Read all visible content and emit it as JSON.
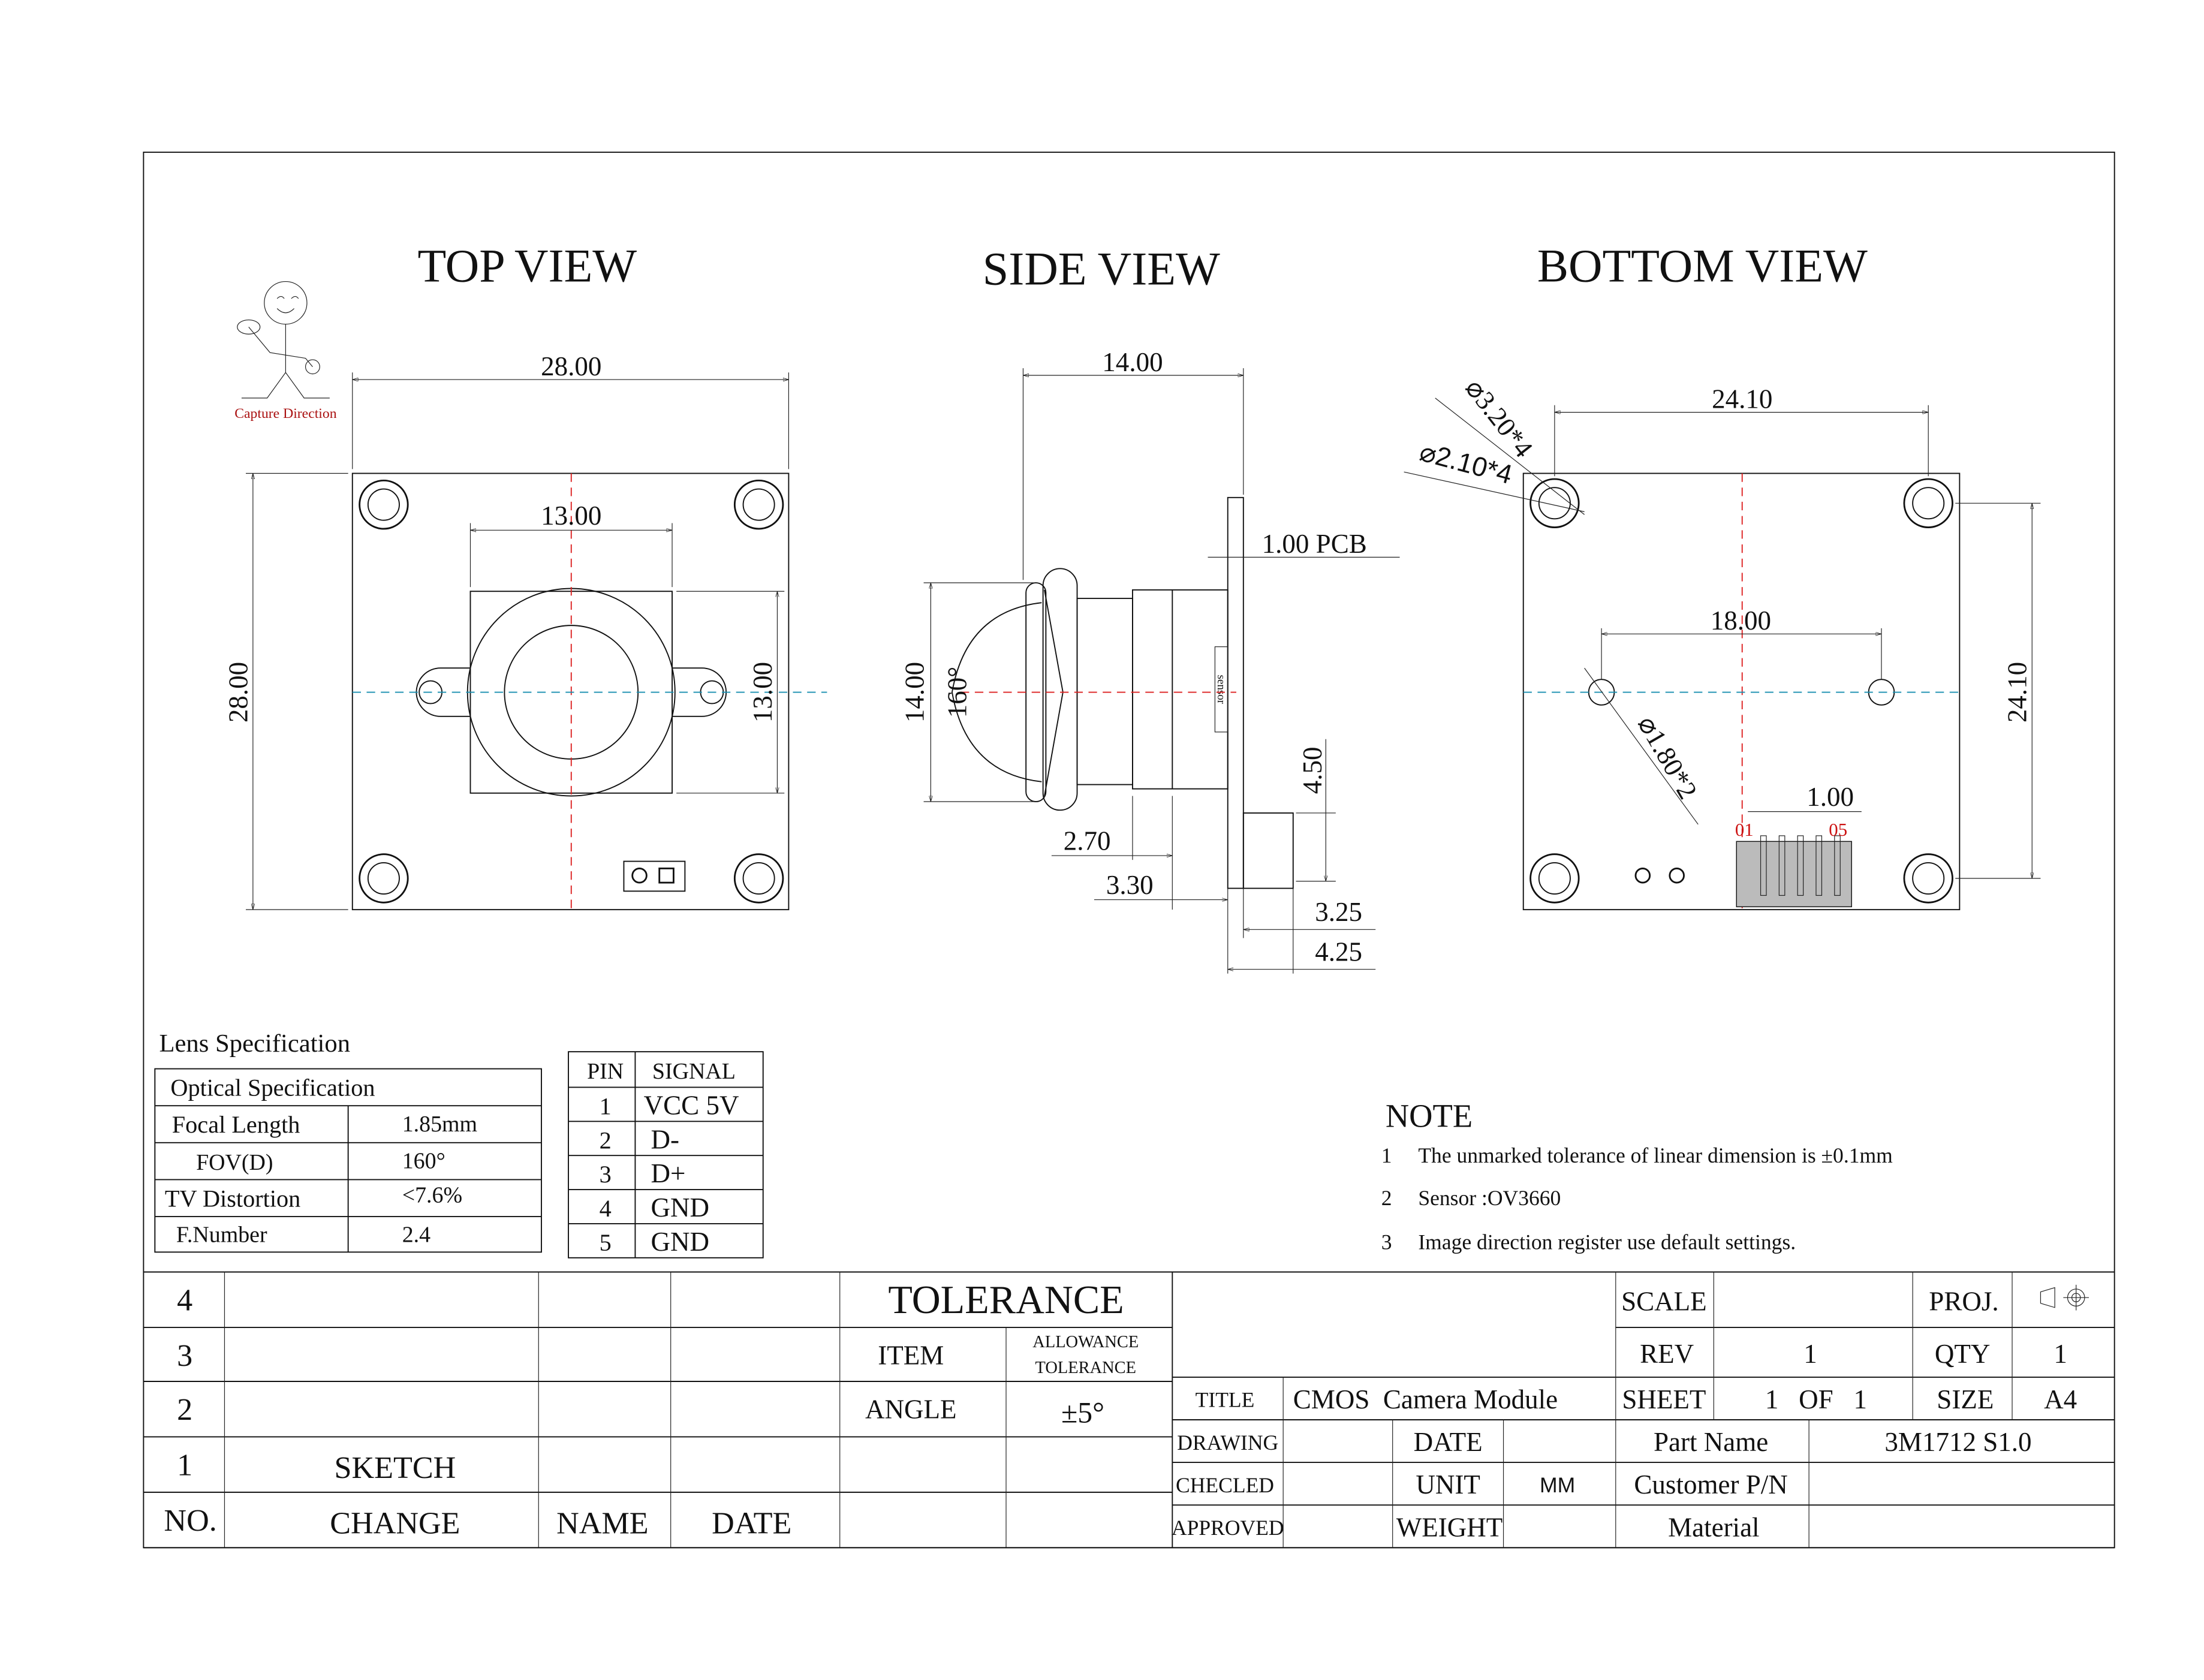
{
  "views": {
    "top": {
      "title": "TOP VIEW",
      "dims": {
        "width": "28.00",
        "height": "28.00",
        "lens_width": "13.00",
        "lens_height": "13.00"
      },
      "capture_label": "Capture Direction"
    },
    "side": {
      "title": "SIDE VIEW",
      "dims": {
        "length": "14.00",
        "height": "14.00",
        "angle": "160°",
        "pcb": "1.00 PCB",
        "d1": "2.70",
        "d2": "3.30",
        "d3": "3.25",
        "d4": "4.25",
        "d5": "4.50"
      },
      "sensor_label": "sensor"
    },
    "bottom": {
      "title": "BOTTOM VIEW",
      "dims": {
        "hole_span_x": "24.10",
        "hole_span_y": "24.10",
        "small_span": "18.00",
        "pitch": "1.00",
        "hole_a": "⌀3.20*4",
        "hole_b": "⌀2.10*4",
        "hole_c": "⌀1.80*2"
      },
      "pin_first": "01",
      "pin_last": "05"
    }
  },
  "lens_spec": {
    "title": "Lens Specification",
    "header": "Optical Specification",
    "rows": [
      {
        "label": "Focal Length",
        "value": "1.85mm"
      },
      {
        "label": "FOV(D)",
        "value": "160°"
      },
      {
        "label": "TV Distortion",
        "value": "<7.6%"
      },
      {
        "label": "F.Number",
        "value": "2.4"
      }
    ]
  },
  "pin_table": {
    "headers": [
      "PIN",
      "SIGNAL"
    ],
    "rows": [
      {
        "pin": "1",
        "signal": "VCC 5V"
      },
      {
        "pin": "2",
        "signal": "D-"
      },
      {
        "pin": "3",
        "signal": "D+"
      },
      {
        "pin": "4",
        "signal": "GND"
      },
      {
        "pin": "5",
        "signal": "GND"
      }
    ]
  },
  "notes": {
    "title": "NOTE",
    "items": [
      {
        "n": "1",
        "text": "The unmarked tolerance of linear dimension is ±0.1mm"
      },
      {
        "n": "2",
        "text": "Sensor :OV3660"
      },
      {
        "n": "3",
        "text": "Image direction register use default settings."
      }
    ]
  },
  "revisions": {
    "rows": [
      "4",
      "3",
      "2",
      "1"
    ],
    "row1_change": "SKETCH",
    "headers": {
      "no": "NO.",
      "change": "CHANGE",
      "name": "NAME",
      "date": "DATE"
    }
  },
  "tolerance": {
    "title": "TOLERANCE",
    "item_header": "ITEM",
    "allowance_header_1": "ALLOWANCE",
    "allowance_header_2": "TOLERANCE",
    "item": "ANGLE",
    "value": "±5°"
  },
  "title_block": {
    "scale_label": "SCALE",
    "scale_value": "",
    "proj_label": "PROJ.",
    "rev_label": "REV",
    "rev_value": "1",
    "qty_label": "QTY",
    "qty_value": "1",
    "title_label": "TITLE",
    "title_value": "CMOS  Camera Module",
    "sheet_label": "SHEET",
    "sheet_value": "1   OF   1",
    "size_label": "SIZE",
    "size_value": "A4",
    "drawing_label": "DRAWING",
    "date_label": "DATE",
    "checked_label": "CHECLED",
    "unit_label": "UNIT",
    "unit_value": "MM",
    "approved_label": "APPROVED",
    "weight_label": "WEIGHT",
    "part_name_label": "Part Name",
    "part_name_value": "3M1712 S1.0",
    "customer_pn_label": "Customer P/N",
    "material_label": "Material"
  }
}
